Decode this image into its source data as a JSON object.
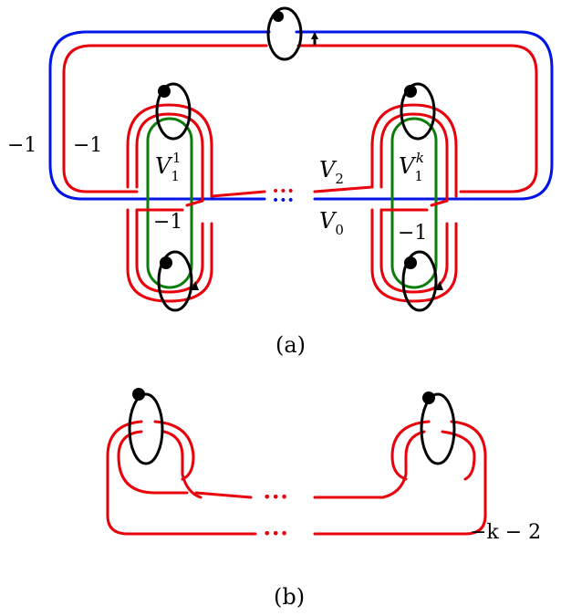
{
  "panels": {
    "a": {
      "caption": "(a)",
      "labels": {
        "blue_framing": "−1",
        "red_framing": "−1",
        "v1_first_base": "V",
        "v1_first_sub": "1",
        "v1_first_sup": "1",
        "v1_last_base": "V",
        "v1_last_sub": "1",
        "v1_last_sup": "k",
        "v2_base": "V",
        "v2_sub": "2",
        "v0_base": "V",
        "v0_sub": "0",
        "left_green_framing": "−1",
        "right_green_framing": "−1",
        "dots": "•••"
      },
      "colors": {
        "red": "#e8000b",
        "blue": "#0015e6",
        "green": "#0a7d0a",
        "black": "#000000"
      }
    },
    "b": {
      "caption": "(b)",
      "labels": {
        "framing": "−k − 2",
        "top_dots": "•••",
        "bottom_dots": "•••"
      },
      "colors": {
        "red": "#e8000b",
        "black": "#000000"
      }
    }
  }
}
